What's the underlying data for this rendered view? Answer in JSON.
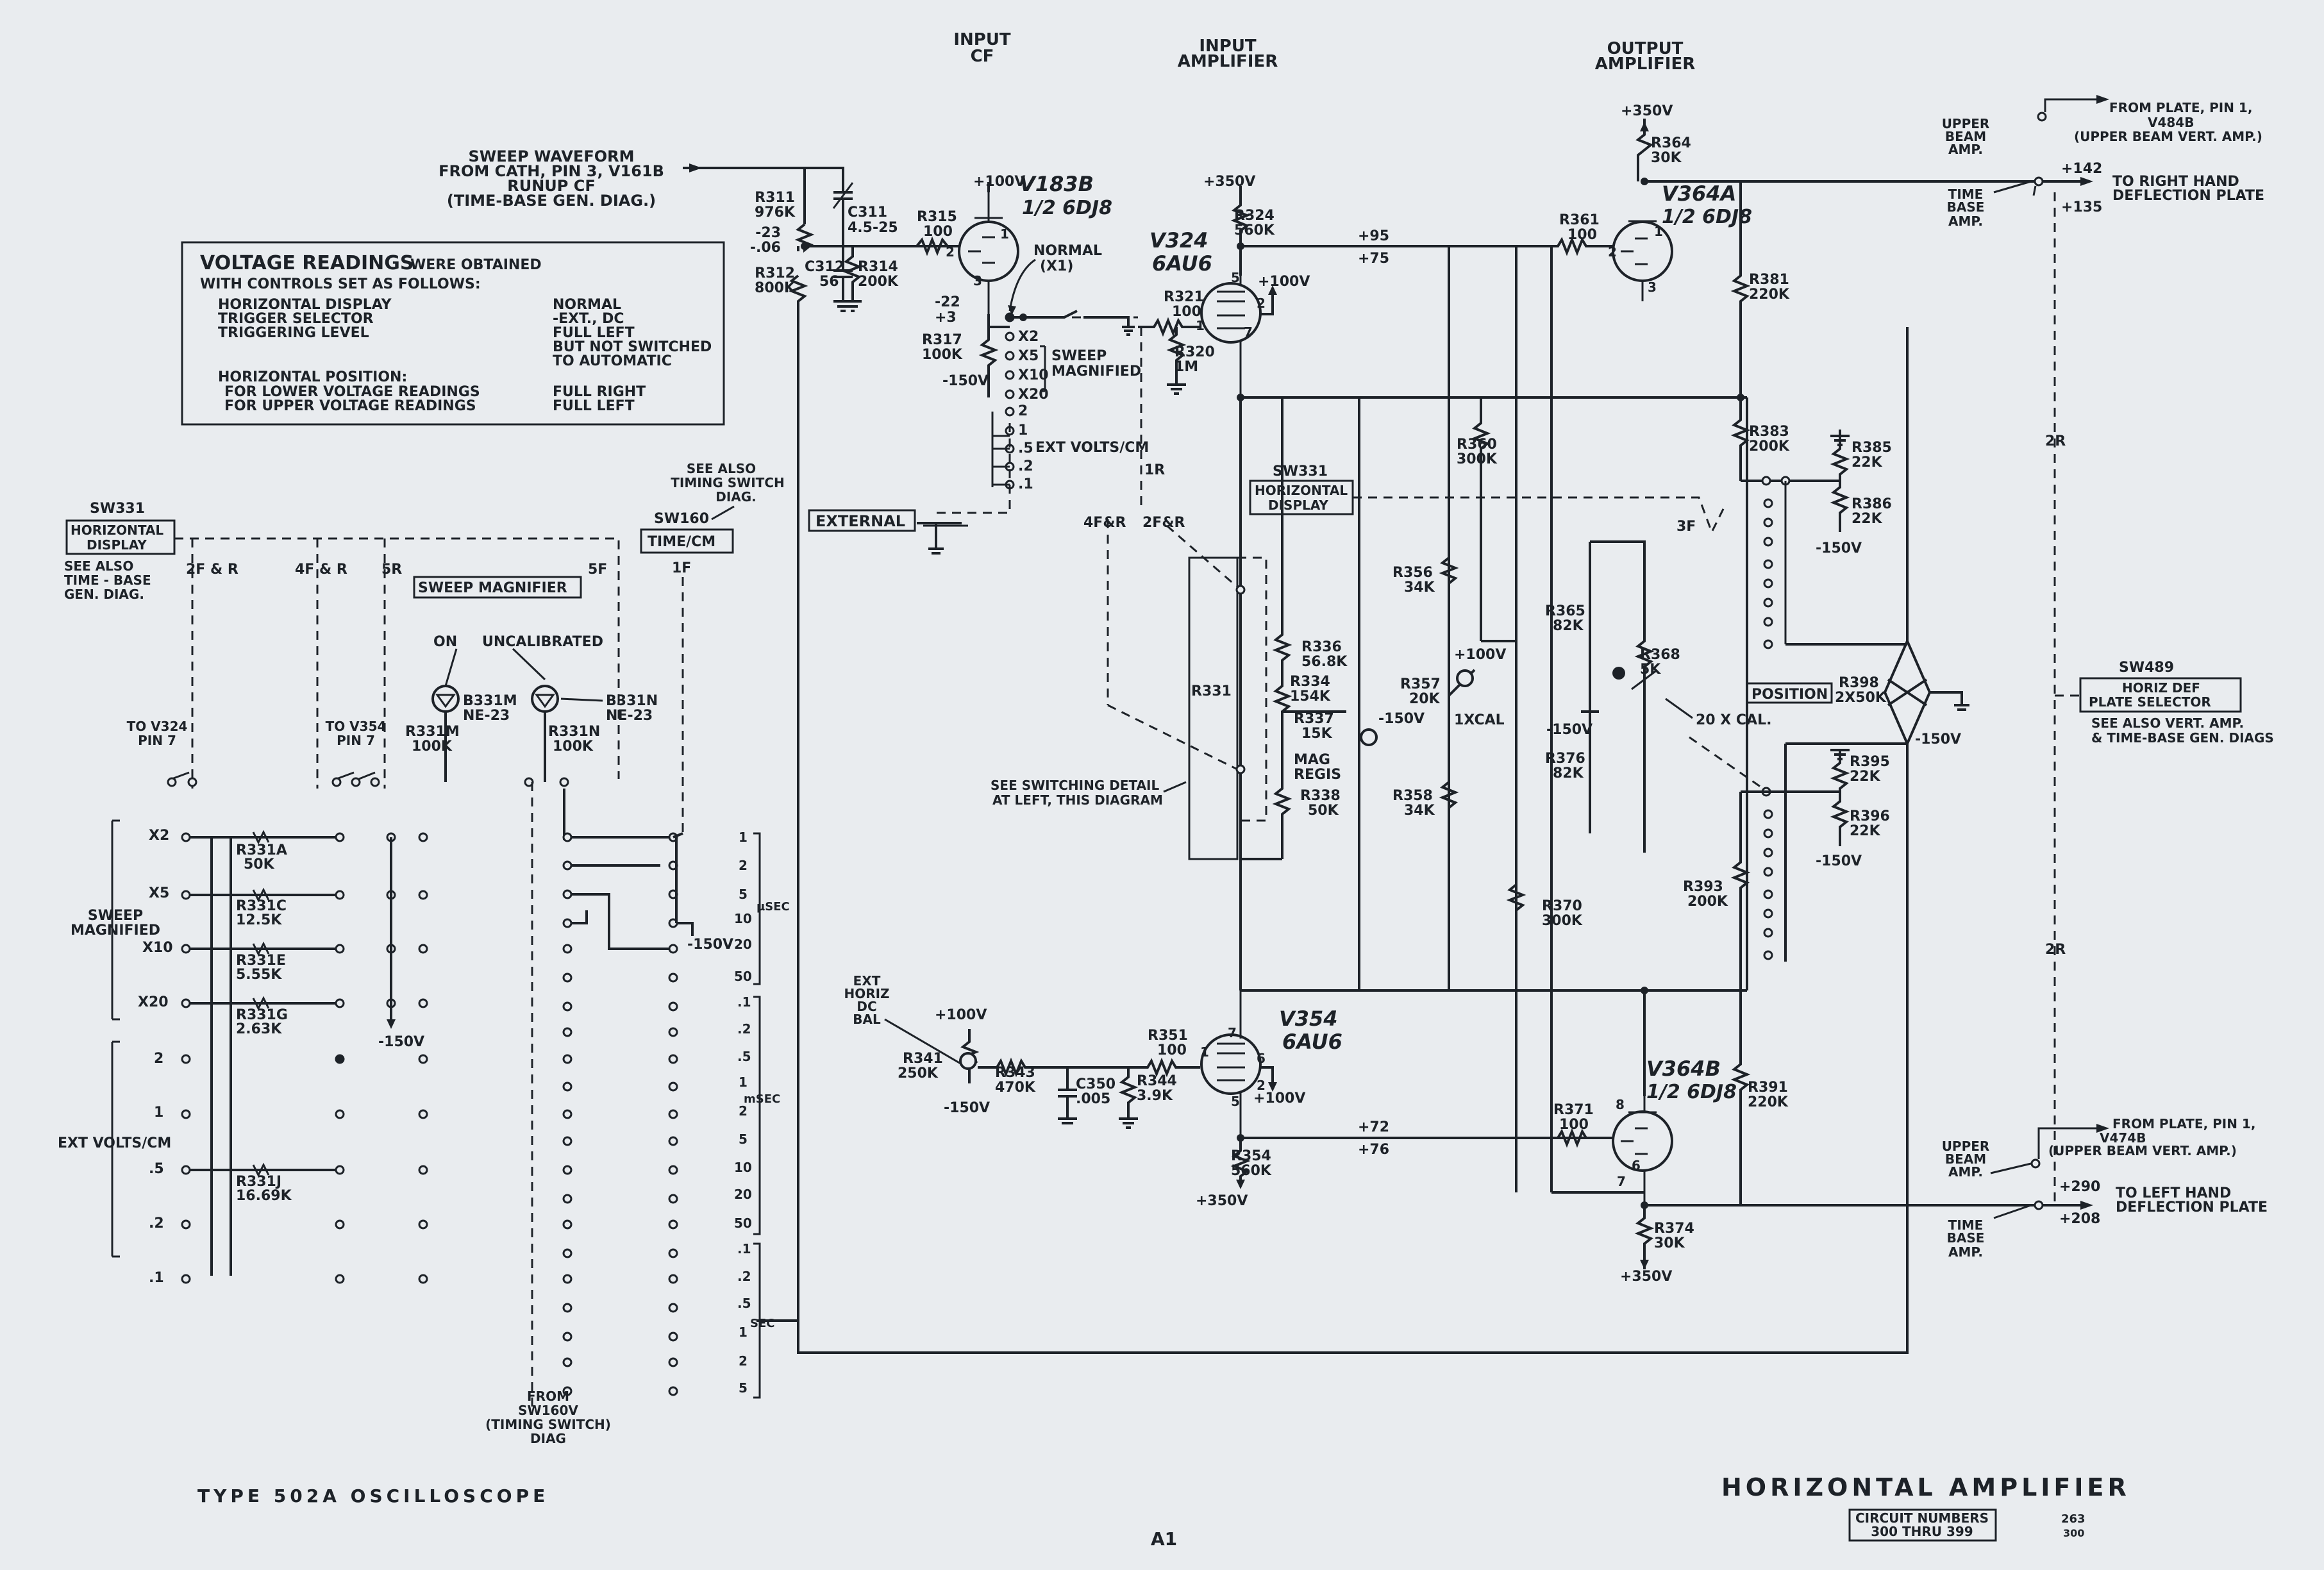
{
  "headers": {
    "input_cf": [
      "INPUT",
      "CF"
    ],
    "input_amp": [
      "INPUT",
      "AMPLIFIER"
    ],
    "output_amp": [
      "OUTPUT",
      "AMPLIFIER"
    ]
  },
  "sweep_input": [
    "SWEEP WAVEFORM",
    "FROM CATH, PIN 3, V161B",
    "RUNUP CF",
    "(TIME-BASE GEN. DIAG.)"
  ],
  "voltage_box": {
    "title": "VOLTAGE READINGS",
    "title_rest": "WERE OBTAINED",
    "line2": "WITH CONTROLS SET AS FOLLOWS:",
    "rows": [
      {
        "k": "HORIZONTAL DISPLAY",
        "v": "NORMAL"
      },
      {
        "k": "TRIGGER SELECTOR",
        "v": "-EXT., DC"
      },
      {
        "k": "TRIGGERING LEVEL",
        "v": "FULL LEFT"
      },
      {
        "k": "",
        "v": "BUT NOT SWITCHED"
      },
      {
        "k": "",
        "v": "TO AUTOMATIC"
      },
      {
        "k": "HORIZONTAL POSITION:",
        "v": ""
      },
      {
        "k": "  FOR LOWER VOLTAGE READINGS",
        "v": "FULL RIGHT"
      },
      {
        "k": "  FOR UPPER VOLTAGE READINGS",
        "v": "FULL LEFT"
      }
    ]
  },
  "tubes": {
    "v183b": [
      "V183B",
      "1/2 6DJ8"
    ],
    "v324": [
      "V324",
      "6AU6"
    ],
    "v364a": [
      "V364A",
      "1/2 6DJ8"
    ],
    "v354": [
      "V354",
      "6AU6"
    ],
    "v364b": [
      "V364B",
      "1/2 6DJ8"
    ]
  },
  "supplies": {
    "p350": "+350V",
    "p100": "+100V",
    "m150": "-150V"
  },
  "components": {
    "r311": [
      "R311",
      "976K"
    ],
    "r312": [
      "R312",
      "800K"
    ],
    "c311": [
      "C311",
      "4.5-25"
    ],
    "c312": [
      "C312",
      "56"
    ],
    "r315": [
      "R315",
      "100"
    ],
    "r314": [
      "R314",
      "200K"
    ],
    "r317": [
      "R317",
      "100K"
    ],
    "r324": [
      "R324",
      "560K"
    ],
    "r321": [
      "R321",
      "100"
    ],
    "r320": [
      "R320",
      "1M"
    ],
    "r364": [
      "R364",
      "30K"
    ],
    "r361": [
      "R361",
      "100"
    ],
    "r381": [
      "R381",
      "220K"
    ],
    "r383": [
      "R383",
      "200K"
    ],
    "r385": [
      "R385",
      "22K"
    ],
    "r386": [
      "R386",
      "22K"
    ],
    "r360": [
      "R360",
      "300K"
    ],
    "r356": [
      "R356",
      "34K"
    ],
    "r336": [
      "R336",
      "56.8K"
    ],
    "r334": [
      "R334",
      "154K"
    ],
    "r337": [
      "R337",
      "15K"
    ],
    "r357": [
      "R357",
      "20K"
    ],
    "r338": [
      "R338",
      "50K"
    ],
    "r358": [
      "R358",
      "34K"
    ],
    "r365": [
      "R365",
      "82K"
    ],
    "r368": [
      "R368",
      "5K"
    ],
    "r376": [
      "R376",
      "82K"
    ],
    "r398": [
      "R398",
      "2X50K"
    ],
    "r395": [
      "R395",
      "22K"
    ],
    "r396": [
      "R396",
      "22K"
    ],
    "r393": [
      "R393",
      "200K"
    ],
    "r370": [
      "R370",
      "300K"
    ],
    "r391": [
      "R391",
      "220K"
    ],
    "r371": [
      "R371",
      "100"
    ],
    "r374": [
      "R374",
      "30K"
    ],
    "r341": [
      "R341",
      "250K"
    ],
    "r343": [
      "R343",
      "470K"
    ],
    "c350": [
      "C350",
      ".005"
    ],
    "r344": [
      "R344",
      "3.9K"
    ],
    "r351": [
      "R351",
      "100"
    ],
    "r354": [
      "R354",
      "560K"
    ],
    "r331": "R331",
    "r331a": [
      "R331A",
      "50K"
    ],
    "r331c": [
      "R331C",
      "12.5K"
    ],
    "r331e": [
      "R331E",
      "5.55K"
    ],
    "r331g": [
      "R331G",
      "2.63K"
    ],
    "r331j": [
      "R331J",
      "16.69K"
    ],
    "r331m": [
      "R331M",
      "100K"
    ],
    "r331n": [
      "R331N",
      "100K"
    ],
    "b331m": [
      "B331M",
      "NE-23"
    ],
    "b331n": [
      "B331N",
      "NE-23"
    ]
  },
  "voltages": {
    "v1": "-23",
    "v2": "-.06",
    "v3": "-22",
    "v4": "+3",
    "v5": "+95",
    "v6": "+75",
    "v7": "+72",
    "v8": "+76",
    "v9": "+142",
    "v10": "+135",
    "v11": "+290",
    "v12": "+208"
  },
  "switch_labels": {
    "normal": [
      "NORMAL",
      "(X1)"
    ],
    "magnified": [
      "SWEEP",
      "MAGNIFIED"
    ],
    "ext_volts": "EXT VOLTS/CM",
    "mag_positions": [
      "X2",
      "X5",
      "X10",
      "X20"
    ],
    "volt_positions": [
      "2",
      "1",
      ".5",
      ".2",
      ".1"
    ],
    "external": "EXTERNAL",
    "sw331_top": "SW331",
    "horiz_display": [
      "HORIZONTAL",
      "DISPLAY"
    ],
    "sw331_left": "SW331",
    "see_also_tb": [
      "SEE ALSO",
      "TIME - BASE",
      "GEN. DIAG."
    ],
    "sw160": "SW160",
    "time_cm": "TIME/CM",
    "see_also_timing": [
      "SEE ALSO",
      "TIMING SWITCH",
      "DIAG."
    ],
    "sweep_magnifier": "SWEEP MAGNIFIER",
    "on": "ON",
    "uncalibrated": "UNCALIBRATED",
    "to_v324": [
      "TO V324",
      "PIN 7"
    ],
    "to_v354": [
      "TO V354",
      "PIN 7"
    ],
    "position": "POSITION",
    "x20_cal": "20 X CAL.",
    "x1_cal": "1XCAL",
    "mag_regis": [
      "MAG",
      "REGIS"
    ],
    "see_switching": [
      "SEE SWITCHING DETAIL",
      "AT LEFT, THIS DIAGRAM"
    ],
    "ext_horiz": [
      "EXT",
      "HORIZ",
      "DC",
      "BAL"
    ],
    "sw489": "SW489",
    "horiz_def": [
      "HORIZ DEF",
      "PLATE SELECTOR"
    ],
    "see_also_vert": [
      "SEE ALSO VERT. AMP.",
      "& TIME-BASE GEN. DIAGS"
    ],
    "upper_beam_top": [
      "UPPER",
      "BEAM",
      "AMP."
    ],
    "time_base_top": [
      "TIME",
      "BASE",
      "AMP."
    ],
    "from_plate_top": [
      "FROM PLATE, PIN 1,",
      "V484B",
      "(UPPER BEAM VERT. AMP.)"
    ],
    "right_plate": [
      "TO RIGHT HAND",
      "DEFLECTION PLATE"
    ],
    "upper_beam_bot": [
      "UPPER",
      "BEAM",
      "AMP."
    ],
    "time_base_bot": [
      "TIME",
      "BASE",
      "AMP."
    ],
    "from_plate_bot": [
      "FROM PLATE, PIN 1,",
      "V474B",
      "(UPPER BEAM VERT. AMP.)"
    ],
    "left_plate": [
      "TO LEFT HAND",
      "DEFLECTION PLATE"
    ],
    "sweep_mag_left": [
      "SWEEP",
      "MAGNIFIED"
    ],
    "ext_volts_left": "EXT VOLTS/CM",
    "from_sw160v": [
      "FROM",
      "SW160V",
      "(TIMING SWITCH)",
      "DIAG"
    ],
    "usec": "µSEC",
    "msec": "mSEC",
    "sec": "SEC",
    "timing_values": [
      "1",
      "2",
      "5",
      "10",
      "20",
      "50",
      ".1",
      ".2",
      ".5",
      "1",
      "2",
      "5",
      "10",
      "20",
      "50",
      ".1",
      ".2",
      ".5",
      "1",
      "2",
      "5"
    ],
    "sw_tags": [
      "2F & R",
      "4F & R",
      "5R",
      "5F",
      "1F",
      "4F&R",
      "2F&R",
      "1R",
      "3F",
      "2R",
      "2R"
    ]
  },
  "footer": {
    "left": "TYPE 502A OSCILLOSCOPE",
    "title": "HORIZONTAL AMPLIFIER",
    "circuit": [
      "CIRCUIT NUMBERS",
      "300 THRU 399"
    ],
    "page": "A1",
    "code": [
      "263",
      "300"
    ]
  }
}
